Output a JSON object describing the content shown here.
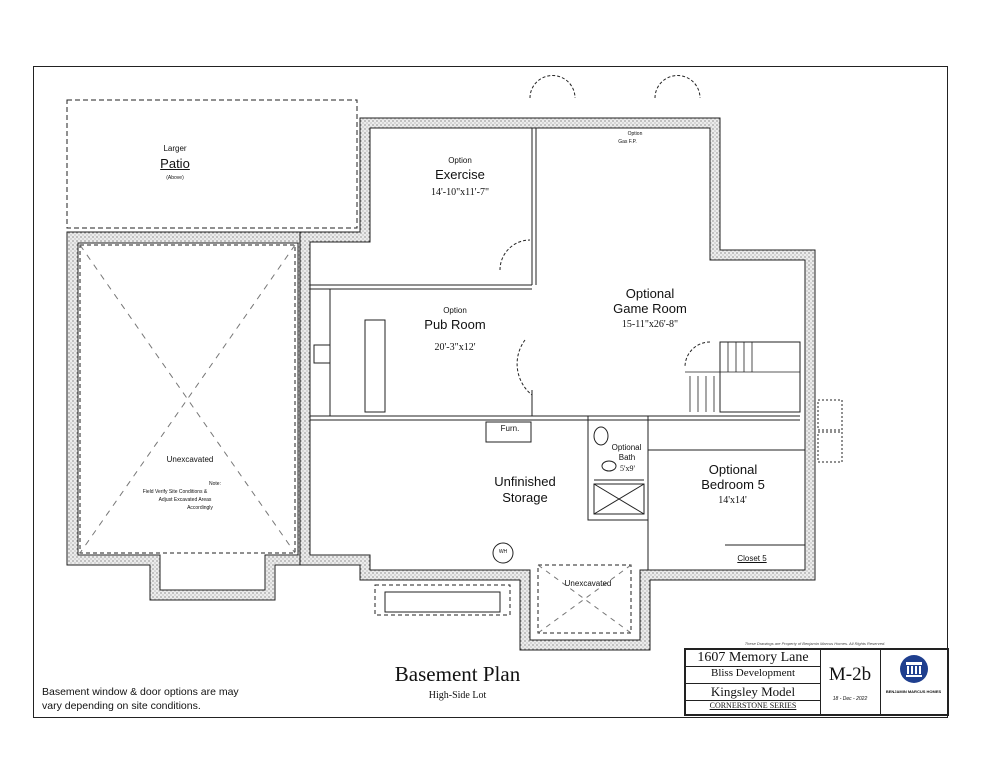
{
  "rooms": {
    "patio": {
      "line1": "Larger",
      "line2": "Patio",
      "line3": "(Above)"
    },
    "exercise": {
      "option": "Option",
      "name": "Exercise",
      "size": "14'-10\"x11'-7\""
    },
    "pub": {
      "option": "Option",
      "name": "Pub Room",
      "size": "20'-3\"x12'"
    },
    "game": {
      "line1": "Optional",
      "line2": "Game Room",
      "size": "15-11\"x26'-8\""
    },
    "unexcavated_left": {
      "label": "Unexcavated",
      "note1": "Note:",
      "note2": "Field Verify Site Conditions &",
      "note3": "Adjust Excavated Areas",
      "note4": "Accordingly"
    },
    "storage": {
      "line1": "Unfinished",
      "line2": "Storage"
    },
    "bath": {
      "line1": "Optional",
      "line2": "Bath",
      "size": "5'x9'"
    },
    "bedroom": {
      "line1": "Optional",
      "line2": "Bedroom 5",
      "size": "14'x14'"
    },
    "closet": {
      "label": "Closet 5"
    },
    "unexcavated_bottom": {
      "label": "Unexcavated"
    },
    "furnace": {
      "label": "Furn."
    },
    "water_heater": {
      "label": "WH"
    },
    "fireplace": {
      "line1": "Option",
      "line2": "Gas F.P."
    }
  },
  "plan_title": {
    "title": "Basement Plan",
    "subtitle": "High-Side Lot"
  },
  "footnote": {
    "line1": "Basement window & door options are may",
    "line2": "vary depending on site conditions."
  },
  "title_block": {
    "address": "1607 Memory Lane",
    "developer": "Bliss Development",
    "model": "Kingsley Model",
    "series": "CORNERSTONE SERIES",
    "sheet": "M-2b",
    "date": "18 - Dec - 2022",
    "copyright": "These Drawings are Property of Benjamin Marcus Homes. All Rights Reserved.",
    "brand": "BENJAMIN MARCUS HOMES"
  },
  "colors": {
    "line": "#222222",
    "wall_fill": "#e8e8e8",
    "logo": "#1f3f8f"
  }
}
